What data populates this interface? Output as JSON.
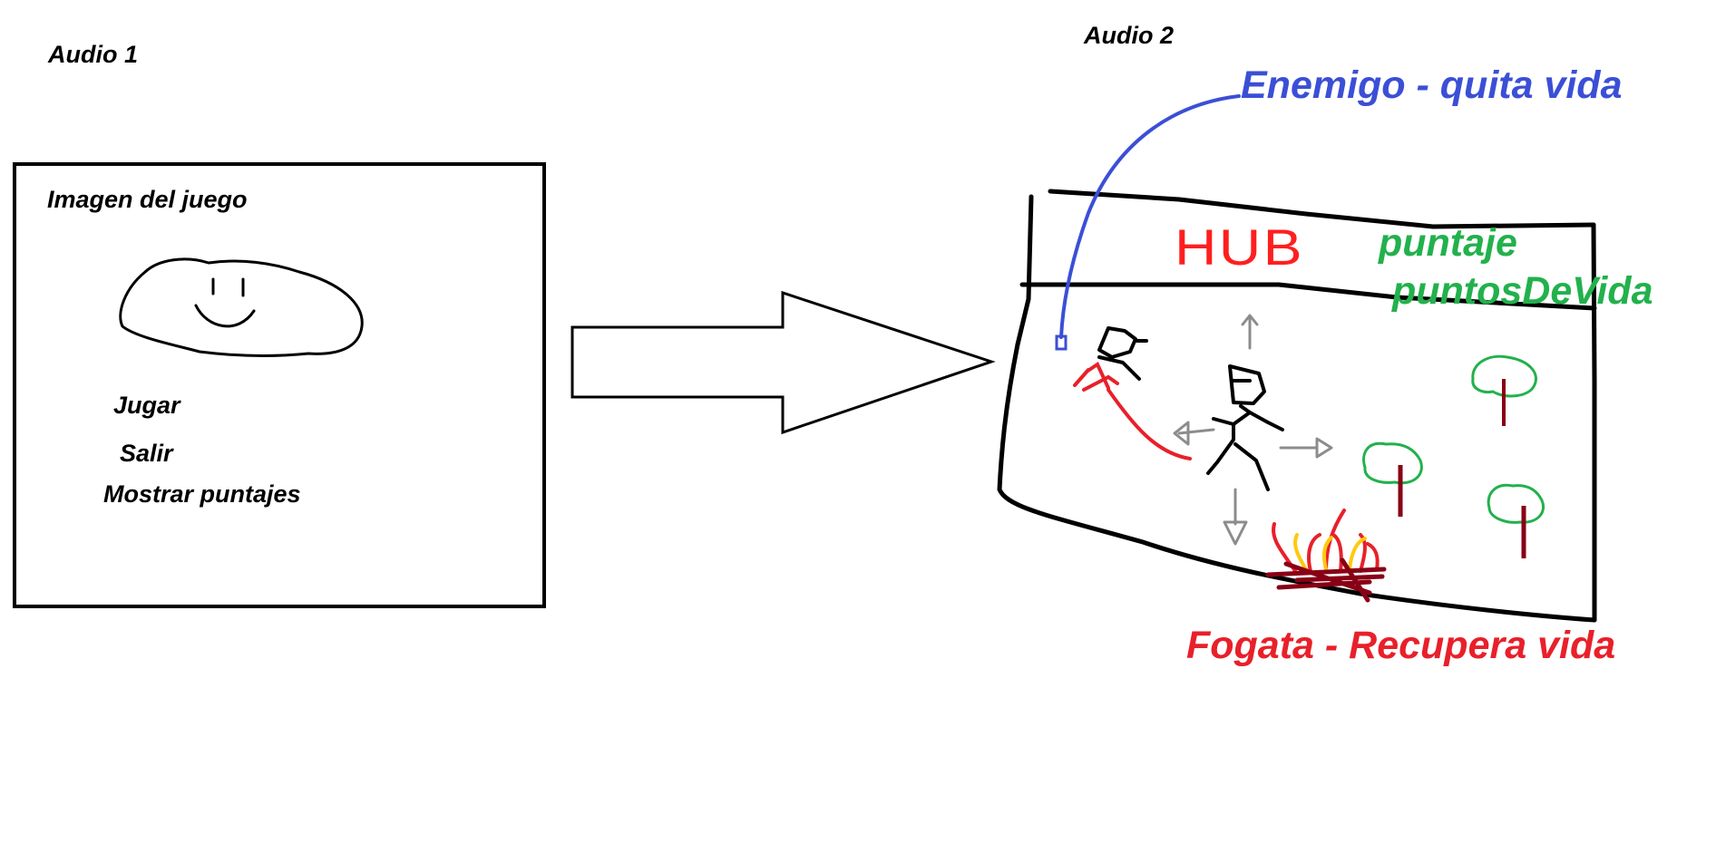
{
  "left_panel": {
    "section_label": "Audio 1",
    "screen_title": "Imagen del juego",
    "logo_icon": "smiley-face-blob-icon",
    "menu": [
      "Jugar",
      "Salir",
      "Mostrar puntajes"
    ]
  },
  "transition": {
    "arrow_icon": "right-arrow-icon"
  },
  "right_panel": {
    "section_label": "Audio 2",
    "hud_label": "HUB",
    "hud_fields": [
      "puntaje",
      "puntosDeVida"
    ],
    "enemy_label": "Enemigo - quita vida",
    "campfire_label": "Fogata - Recupera vida",
    "icons": [
      "enemy-icon",
      "player-icon",
      "movement-arrows-icon",
      "tree-icon",
      "campfire-icon"
    ]
  },
  "colors": {
    "ink": "#000000",
    "enemy_blue": "#3b4fd6",
    "hud_red": "#ff1f1f",
    "fogata_red": "#e8202a",
    "hud_green": "#22b14c",
    "arrow_gray": "#8c8c8c",
    "fire_yellow": "#ffc90e",
    "trunk_dark": "#880015"
  }
}
